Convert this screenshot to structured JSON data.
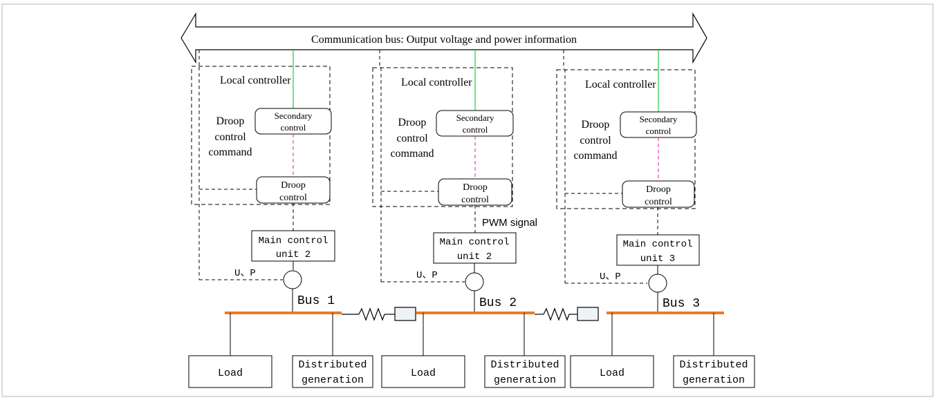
{
  "comm_bus": {
    "label": "Communication bus: Output voltage and power information"
  },
  "units": [
    {
      "local_controller": "Local controller",
      "droop_cmd": [
        "Droop",
        "control",
        "command"
      ],
      "secondary": [
        "Secondary",
        "control"
      ],
      "droop": [
        "Droop",
        "control"
      ],
      "main_control": [
        "Main control",
        "unit 2"
      ],
      "measure": "U、P",
      "bus": "Bus 1",
      "load": "Load",
      "dg": [
        "Distributed",
        "generation"
      ]
    },
    {
      "local_controller": "Local controller",
      "droop_cmd": [
        "Droop",
        "control",
        "command"
      ],
      "secondary": [
        "Secondary",
        "control"
      ],
      "droop": [
        "Droop",
        "control"
      ],
      "main_control": [
        "Main control",
        "unit 2"
      ],
      "measure": "U、P",
      "bus": "Bus 2",
      "load": "Load",
      "dg": [
        "Distributed",
        "generation"
      ]
    },
    {
      "local_controller": "Local controller",
      "droop_cmd": [
        "Droop",
        "control",
        "command"
      ],
      "secondary": [
        "Secondary",
        "control"
      ],
      "droop": [
        "Droop",
        "control"
      ],
      "main_control": [
        "Main control",
        "unit 3"
      ],
      "measure": "U、P",
      "bus": "Bus 3",
      "load": "Load",
      "dg": [
        "Distributed",
        "generation"
      ]
    }
  ],
  "pwm_label": "PWM signal",
  "colors": {
    "bus_line": "#f07a20",
    "comm_link": "#22cc44",
    "coord_link": "#e040c0",
    "line_box_fill": "#eef4f6"
  }
}
